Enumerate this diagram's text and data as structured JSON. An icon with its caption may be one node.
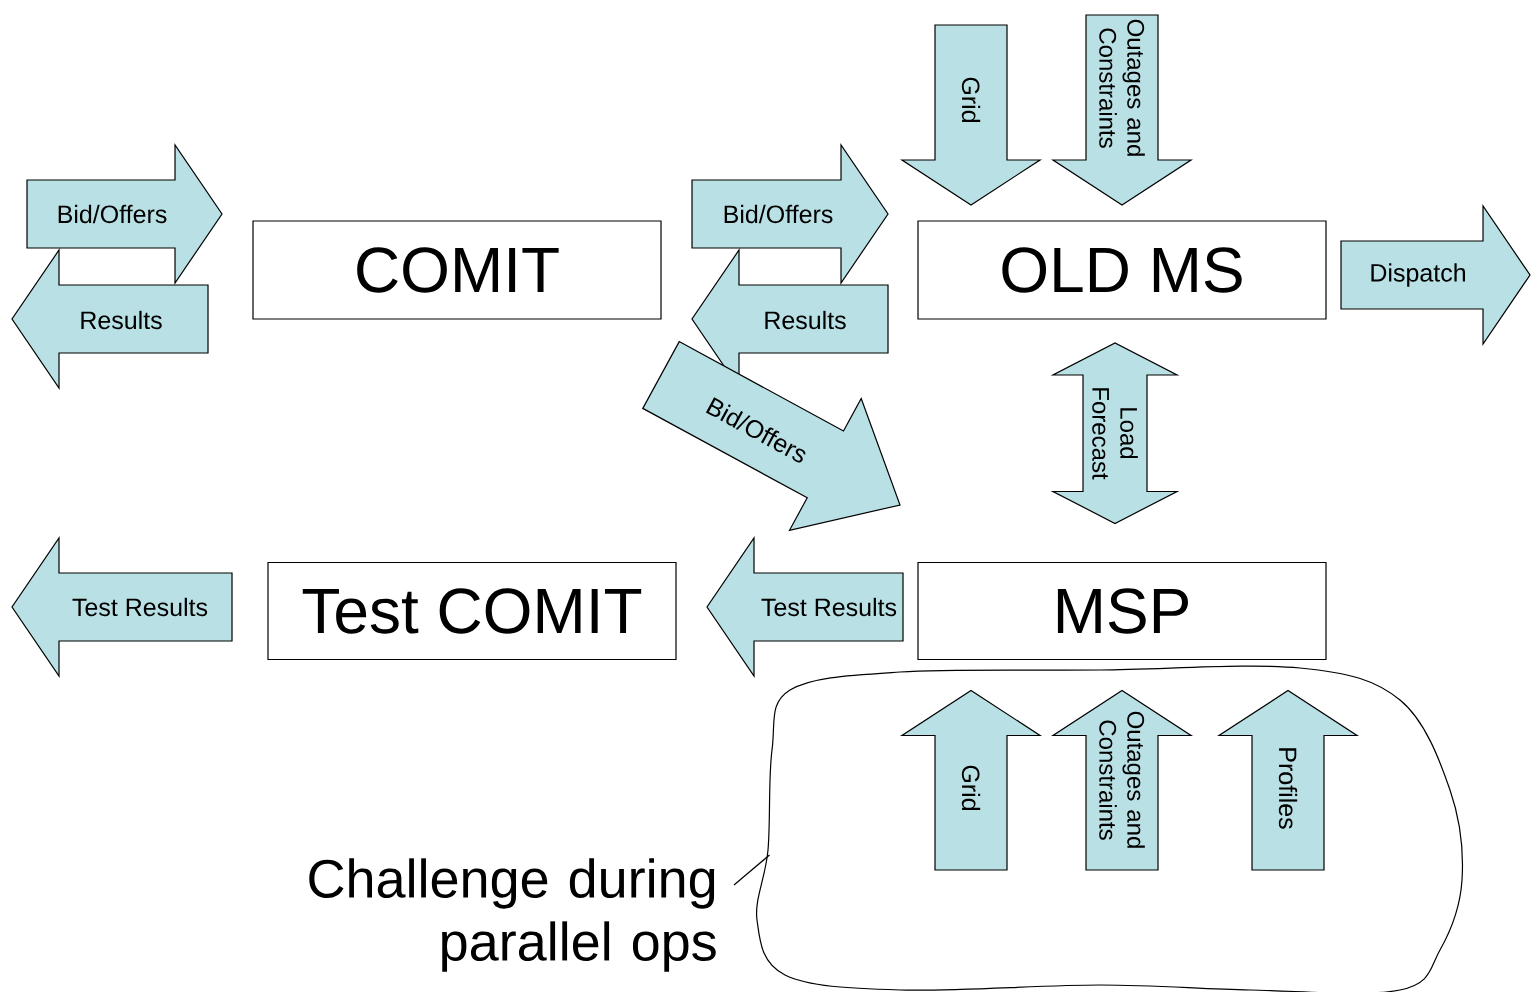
{
  "diagram": {
    "nodes": [
      {
        "text": [
          "COMIT"
        ]
      },
      {
        "text": [
          "OLD MS"
        ]
      },
      {
        "text": [
          "Test COMIT"
        ]
      },
      {
        "text": [
          "MSP"
        ]
      },
      {
        "text": [],
        "shape": "cloud"
      },
      {
        "text": [
          "Challenge during parallel ops"
        ]
      }
    ],
    "edges": [
      {
        "from": null,
        "to": 0,
        "arrow": "to",
        "label": "Bid/Offers"
      },
      {
        "from": 0,
        "to": null,
        "arrow": "to",
        "label": "Results"
      },
      {
        "from": 0,
        "to": 1,
        "arrow": "to",
        "label": "Bid/Offers"
      },
      {
        "from": 1,
        "to": 0,
        "arrow": "to",
        "label": "Results"
      },
      {
        "from": null,
        "to": 1,
        "arrow": "to",
        "label": "Grid"
      },
      {
        "from": null,
        "to": 1,
        "arrow": "to",
        "label": "Outages and Constraints"
      },
      {
        "from": 1,
        "to": null,
        "arrow": "to",
        "label": "Dispatch"
      },
      {
        "from": 0,
        "to": 3,
        "arrow": "to",
        "label": "Bid/Offers"
      },
      {
        "from": 1,
        "to": 3,
        "arrow": "both",
        "label": "Load Forecast"
      },
      {
        "from": 3,
        "to": 2,
        "arrow": "to",
        "label": "Test Results"
      },
      {
        "from": 2,
        "to": null,
        "arrow": "to",
        "label": "Test Results"
      },
      {
        "from": 4,
        "to": 3,
        "arrow": "to",
        "label": "Grid"
      },
      {
        "from": 4,
        "to": 3,
        "arrow": "to",
        "label": "Outages and Constraints"
      },
      {
        "from": 4,
        "to": 3,
        "arrow": "to",
        "label": "Profiles"
      },
      {
        "from": 5,
        "to": 4,
        "arrow": "none"
      }
    ]
  }
}
